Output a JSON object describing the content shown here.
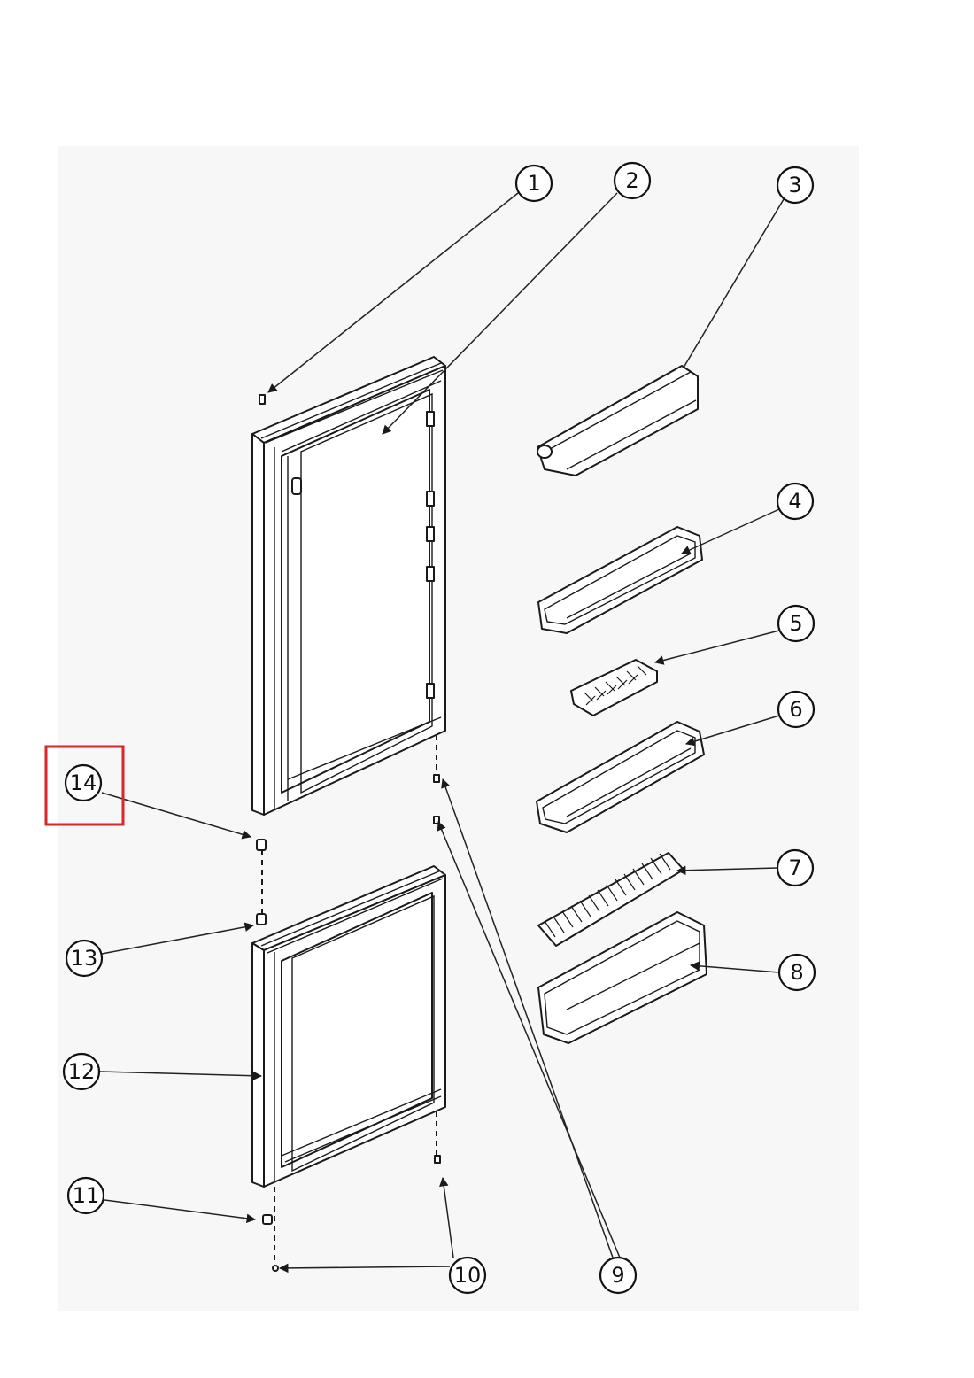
{
  "diagram": {
    "callouts": [
      "1",
      "2",
      "3",
      "4",
      "5",
      "6",
      "7",
      "8",
      "9",
      "10",
      "11",
      "12",
      "13",
      "14"
    ],
    "highlighted_callout": "14",
    "highlight_color": "#d9262b",
    "background_color": "#f7f7f7",
    "line_color": "#1a1a1a"
  }
}
